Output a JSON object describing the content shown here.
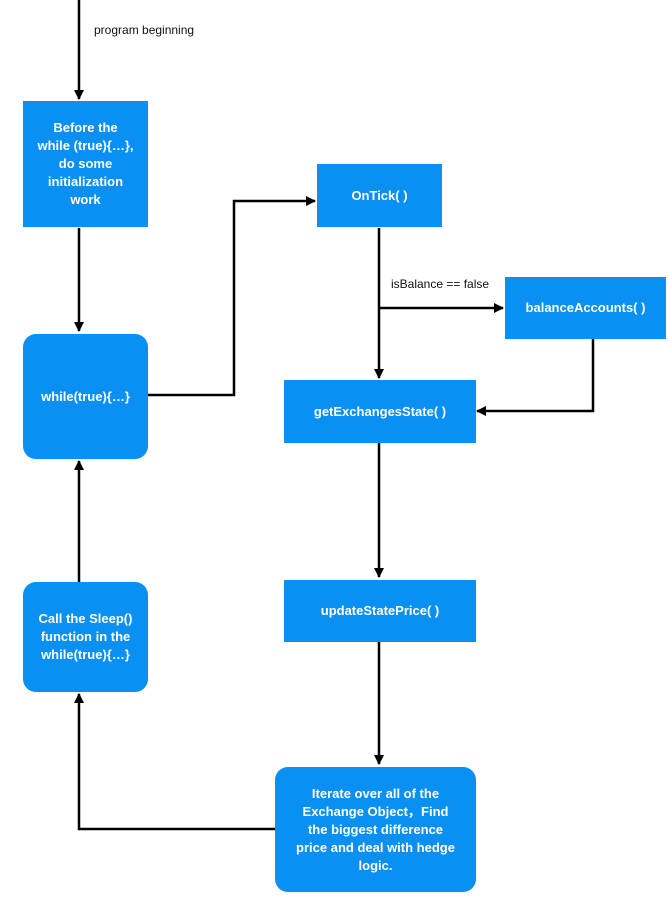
{
  "colors": {
    "box_fill": "#0a8ff2",
    "box_text": "#ffffff",
    "line": "#000000",
    "label_text": "#111111"
  },
  "labels": {
    "program_beginning": "program beginning",
    "is_balance_false": "isBalance == false"
  },
  "nodes": {
    "init": "Before the\nwhile  (true){…},\ndo some\ninitialization\nwork",
    "while_loop": "while(true){…}",
    "sleep": "Call the Sleep()\nfunction in the\nwhile(true){…}",
    "on_tick": "OnTick( )",
    "balance_accounts": "balanceAccounts( )",
    "get_exchanges_state": "getExchangesState( )",
    "update_state_price": "updateStatePrice( )",
    "iterate": "Iterate over all of the\nExchange Object，Find\nthe biggest difference\nprice and deal with hedge\nlogic."
  }
}
